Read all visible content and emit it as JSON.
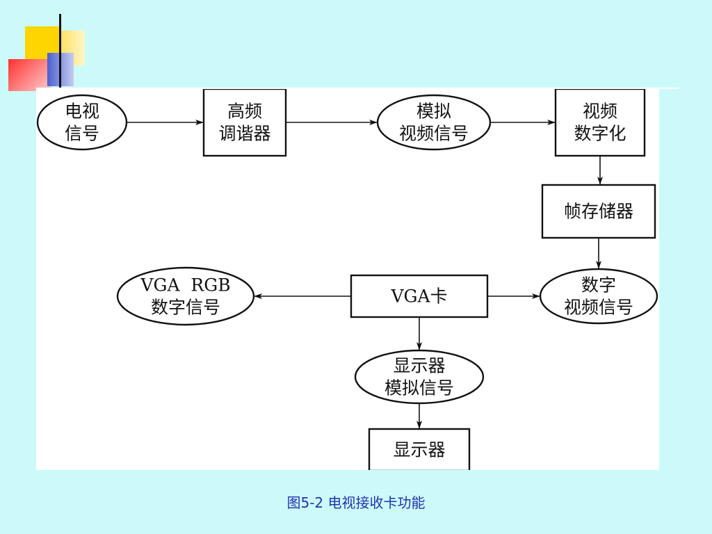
{
  "caption": "图5-2  电视接收卡功能",
  "colors": {
    "background": "#ccfafa",
    "panel": "#ffffff",
    "line": "#111111",
    "caption": "#2233aa",
    "deco_yellow": "#ffd500",
    "deco_red": "#ff4040",
    "deco_blue": "#4a5fd0"
  },
  "nodes": {
    "tv_signal": {
      "shape": "ellipse",
      "lines": [
        "电视",
        "信号"
      ]
    },
    "hf_tuner": {
      "shape": "box",
      "lines": [
        "高频",
        "调谐器"
      ]
    },
    "analog_video": {
      "shape": "ellipse",
      "lines": [
        "模拟",
        "视频信号"
      ]
    },
    "video_digitize": {
      "shape": "box",
      "lines": [
        "视频",
        "数字化"
      ]
    },
    "frame_buffer": {
      "shape": "box",
      "lines": [
        "帧存储器"
      ]
    },
    "digital_video": {
      "shape": "ellipse",
      "lines": [
        "数字",
        "视频信号"
      ]
    },
    "vga_card": {
      "shape": "box",
      "lines": [
        "VGA卡"
      ]
    },
    "vga_rgb": {
      "shape": "ellipse",
      "lines": [
        "VGA  RGB",
        "数字信号"
      ]
    },
    "display_analog": {
      "shape": "ellipse",
      "lines": [
        "显示器",
        "模拟信号"
      ]
    },
    "display": {
      "shape": "box",
      "lines": [
        "显示器"
      ]
    }
  },
  "edges": [
    {
      "from": "tv_signal",
      "to": "hf_tuner"
    },
    {
      "from": "hf_tuner",
      "to": "analog_video"
    },
    {
      "from": "analog_video",
      "to": "video_digitize"
    },
    {
      "from": "video_digitize",
      "to": "frame_buffer"
    },
    {
      "from": "frame_buffer",
      "to": "digital_video"
    },
    {
      "from": "vga_card",
      "to": "digital_video"
    },
    {
      "from": "vga_card",
      "to": "vga_rgb"
    },
    {
      "from": "vga_card",
      "to": "display_analog"
    },
    {
      "from": "display_analog",
      "to": "display"
    }
  ]
}
